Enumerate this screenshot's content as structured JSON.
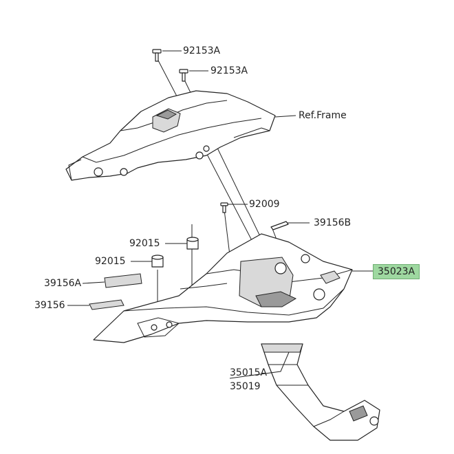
{
  "labels": {
    "p92153A_top": "92153A",
    "p92153A_mid": "92153A",
    "ref_frame": "Ref.Frame",
    "p92009": "92009",
    "p39156B": "39156B",
    "p92015_a": "92015",
    "p92015_b": "92015",
    "p35023A": "35023A",
    "p39156A": "39156A",
    "p39156": "39156",
    "p35015A": "35015A",
    "p35019": "35019"
  },
  "colors": {
    "highlight": "#9ed8a0",
    "line": "#222222"
  }
}
